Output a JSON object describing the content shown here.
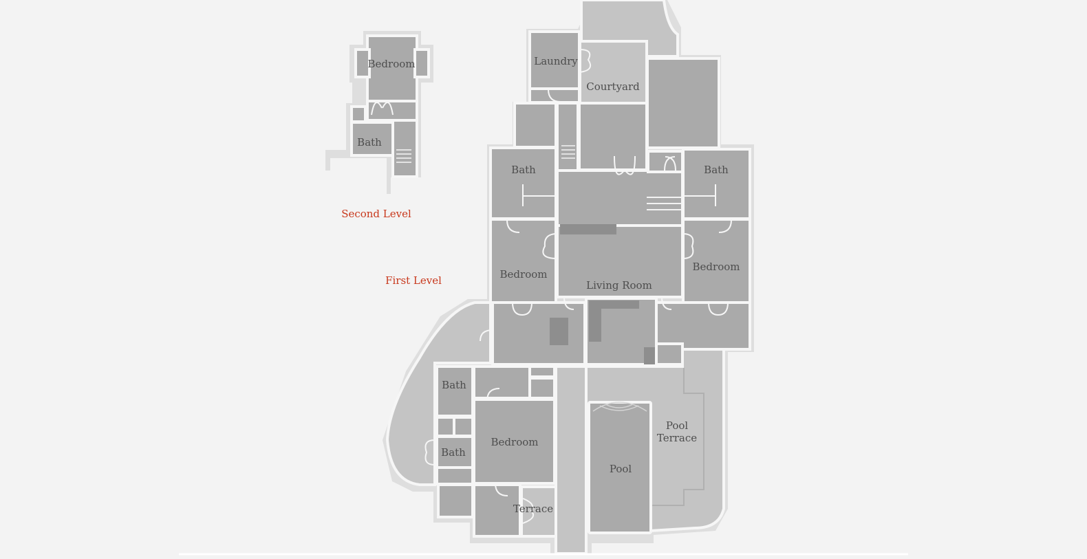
{
  "levels": {
    "second": "Second Level",
    "first": "First Level"
  },
  "second_level_rooms": {
    "bedroom": "Bedroom",
    "bath": "Bath"
  },
  "first_level_rooms": {
    "laundry": "Laundry",
    "courtyard": "Courtyard",
    "bath_left": "Bath",
    "bath_right": "Bath",
    "bedroom_left": "Bedroom",
    "bedroom_right": "Bedroom",
    "living_room": "Living Room",
    "bath_lower_1": "Bath",
    "bath_lower_2": "Bath",
    "bedroom_lower": "Bedroom",
    "terrace": "Terrace",
    "pool": "Pool",
    "pool_terrace_1": "Pool",
    "pool_terrace_2": "Terrace"
  },
  "colors": {
    "background": "#f3f3f3",
    "room": "#aaaaaa",
    "outdoor": "#c4c4c4",
    "level_label": "#c8381c"
  }
}
